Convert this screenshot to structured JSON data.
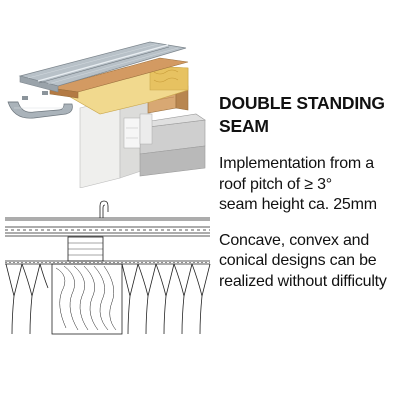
{
  "heading": {
    "line1": "DOUBLE STANDING",
    "line2": "SEAM"
  },
  "spec": {
    "line1": "Implementation from a",
    "line2": "roof pitch of ≥ 3°",
    "line3": "seam height ca. 25mm"
  },
  "note": {
    "line1": "Concave, convex and",
    "line2": "conical designs can be",
    "line3": "realized without difficulty"
  },
  "colors": {
    "metal": "#b4bdc4",
    "insulation_yellow": "#e9c86a",
    "timber": "#d8a873",
    "masonry": "#f0f0ee",
    "concrete": "#c8c8c8"
  }
}
